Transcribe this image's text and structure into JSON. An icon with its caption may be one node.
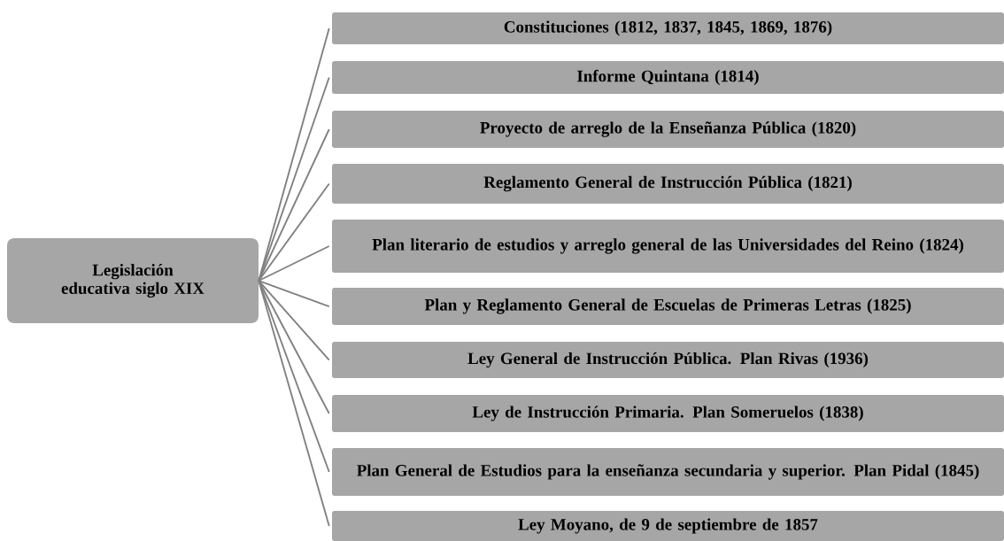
{
  "diagram": {
    "nodes": [
      {
        "text": [
          "Legislación educativa siglo XIX"
        ]
      },
      {
        "text": [
          "Constituciones (1812, 1837, 1845, 1869, 1876)"
        ]
      },
      {
        "text": [
          "Informe Quintana (1814)"
        ]
      },
      {
        "text": [
          "Proyecto de arreglo de la Enseñanza Pública (1820)"
        ]
      },
      {
        "text": [
          "Reglamento General de Instrucción Pública (1821)"
        ]
      },
      {
        "text": [
          "Plan literario de estudios y arreglo general de las Universidades del Reino (1824)"
        ]
      },
      {
        "text": [
          "Plan y Reglamento General de Escuelas de Primeras Letras (1825)"
        ]
      },
      {
        "text": [
          "Ley General de Instrucción Pública. Plan Rivas (1936)"
        ]
      },
      {
        "text": [
          "Ley de Instrucción Primaria. Plan Someruelos (1838)"
        ]
      },
      {
        "text": [
          "Plan General de Estudios para la enseñanza secundaria y superior. Plan Pidal (1845)"
        ]
      },
      {
        "text": [
          "Ley Moyano, de 9 de septiembre de 1857"
        ]
      }
    ],
    "edges": [
      {
        "from": 0,
        "to": 1,
        "arrow": "none"
      },
      {
        "from": 0,
        "to": 2,
        "arrow": "none"
      },
      {
        "from": 0,
        "to": 3,
        "arrow": "none"
      },
      {
        "from": 0,
        "to": 4,
        "arrow": "none"
      },
      {
        "from": 0,
        "to": 5,
        "arrow": "none"
      },
      {
        "from": 0,
        "to": 6,
        "arrow": "none"
      },
      {
        "from": 0,
        "to": 7,
        "arrow": "none"
      },
      {
        "from": 0,
        "to": 8,
        "arrow": "none"
      },
      {
        "from": 0,
        "to": 9,
        "arrow": "none"
      },
      {
        "from": 0,
        "to": 10,
        "arrow": "none"
      }
    ]
  }
}
